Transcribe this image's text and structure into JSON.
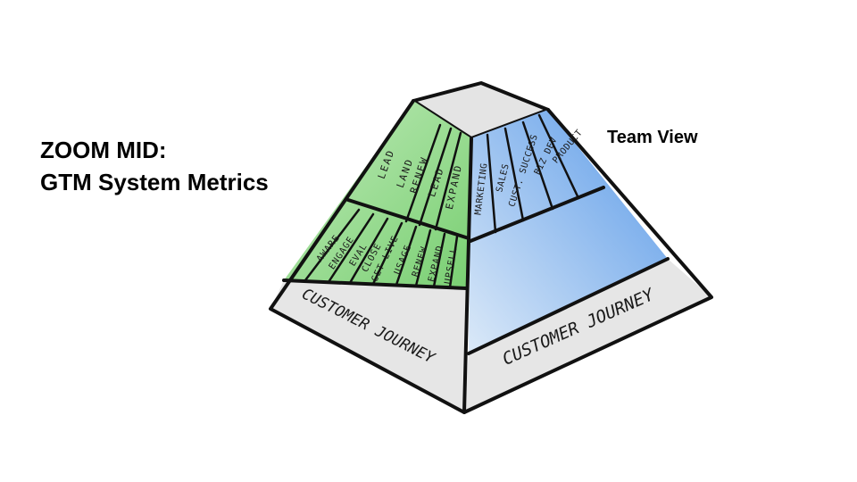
{
  "title": {
    "line1": "ZOOM MID:",
    "line2": "GTM System Metrics"
  },
  "team_view_label": "Team View",
  "left_face": {
    "upper_stages": [
      "LEAD",
      "LAND",
      "RENEW",
      "LEAD",
      "EXPAND"
    ],
    "lower_stages": [
      "AWARE",
      "ENGAGE",
      "EVAL",
      "CLOSE",
      "GET LIVE",
      "USAGE",
      "RENEW",
      "EXPAND",
      "UPSELL"
    ],
    "band_label": "CUSTOMER JOURNEY",
    "color": "#8fd88a"
  },
  "right_face": {
    "teams": [
      "MARKETING",
      "SALES",
      "CUST. SUCCESS",
      "BIZ DEV",
      "PRODUCT"
    ],
    "band_label": "CUSTOMER JOURNEY",
    "color": "#6aa8ee"
  },
  "top_face_color": "#e4e4e4"
}
